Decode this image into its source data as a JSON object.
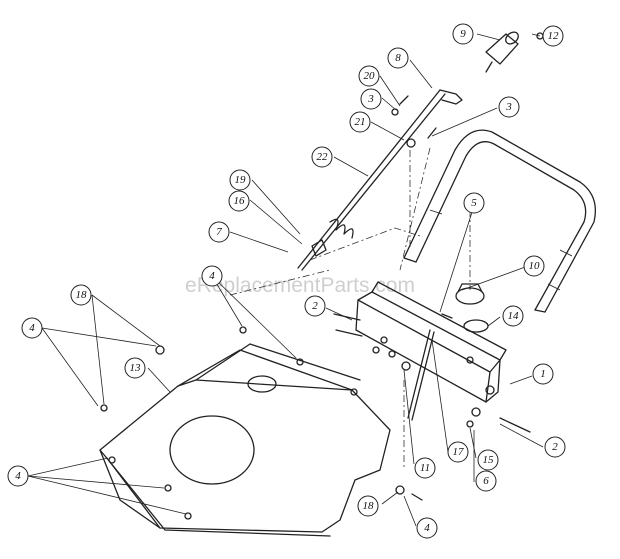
{
  "watermark": "eReplacementParts.com",
  "callouts": [
    {
      "id": "c9",
      "label": "9"
    },
    {
      "id": "c12",
      "label": "12"
    },
    {
      "id": "c8",
      "label": "8"
    },
    {
      "id": "c20",
      "label": "20"
    },
    {
      "id": "c3a",
      "label": "3"
    },
    {
      "id": "c3b",
      "label": "3"
    },
    {
      "id": "c21",
      "label": "21"
    },
    {
      "id": "c22",
      "label": "22"
    },
    {
      "id": "c19",
      "label": "19"
    },
    {
      "id": "c16",
      "label": "16"
    },
    {
      "id": "c7",
      "label": "7"
    },
    {
      "id": "c5",
      "label": "5"
    },
    {
      "id": "c10",
      "label": "10"
    },
    {
      "id": "c4a",
      "label": "4"
    },
    {
      "id": "c18a",
      "label": "18"
    },
    {
      "id": "c4b",
      "label": "4"
    },
    {
      "id": "c2a",
      "label": "2"
    },
    {
      "id": "c14",
      "label": "14"
    },
    {
      "id": "c13",
      "label": "13"
    },
    {
      "id": "c1",
      "label": "1"
    },
    {
      "id": "c2b",
      "label": "2"
    },
    {
      "id": "c15",
      "label": "15"
    },
    {
      "id": "c6",
      "label": "6"
    },
    {
      "id": "c17",
      "label": "17"
    },
    {
      "id": "c11",
      "label": "11"
    },
    {
      "id": "c4c",
      "label": "4"
    },
    {
      "id": "c18b",
      "label": "18"
    },
    {
      "id": "c4d",
      "label": "4"
    }
  ]
}
